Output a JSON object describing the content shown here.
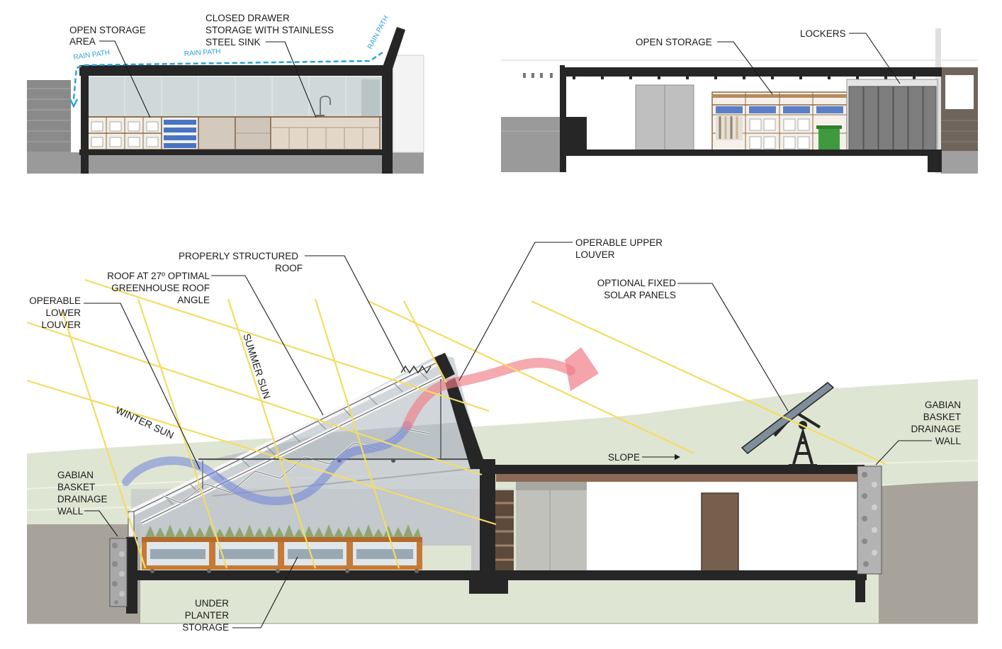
{
  "top_left_section": {
    "label_open_storage_line1": "OPEN STORAGE",
    "label_open_storage_line2": "AREA",
    "label_closed_drawer_line1": "CLOSED DRAWER",
    "label_closed_drawer_line2": "STORAGE WITH STAINLESS",
    "label_closed_drawer_line3": "STEEL SINK",
    "rain_path_label_1": "RAIN PATH",
    "rain_path_label_2": "RAIN PATH",
    "rain_path_label_3": "RAIN PATH"
  },
  "top_right_section": {
    "label_open_storage": "OPEN STORAGE",
    "label_lockers": "LOCKERS"
  },
  "main_section": {
    "label_properly_structured_line1": "PROPERLY STRUCTURED",
    "label_properly_structured_line2": "ROOF",
    "label_roof_angle_line1": "ROOF AT 27º OPTIMAL",
    "label_roof_angle_line2": "GREENHOUSE ROOF",
    "label_roof_angle_line3": "ANGLE",
    "label_lower_louver_line1": "OPERABLE",
    "label_lower_louver_line2": "LOWER",
    "label_lower_louver_line3": "LOUVER",
    "label_upper_louver_line1": "OPERABLE UPPER",
    "label_upper_louver_line2": "LOUVER",
    "label_solar_line1": "OPTIONAL FIXED",
    "label_solar_line2": "SOLAR PANELS",
    "label_summer_sun": "SUMMER SUN",
    "label_winter_sun": "WINTER SUN",
    "label_slope": "SLOPE",
    "label_gabian_left_line1": "GABIAN",
    "label_gabian_left_line2": "BASKET",
    "label_gabian_left_line3": "DRAINAGE",
    "label_gabian_left_line4": "WALL",
    "label_gabian_right_line1": "GABIAN",
    "label_gabian_right_line2": "BASKET",
    "label_gabian_right_line3": "DRAINAGE",
    "label_gabian_right_line4": "WALL",
    "label_under_planter_line1": "UNDER",
    "label_under_planter_line2": "PLANTER",
    "label_under_planter_line3": "STORAGE"
  },
  "colors": {
    "structure": "#262626",
    "sun_ray": "#f4dc63",
    "warm_air": "#f07d86",
    "cool_air": "#6f84d8",
    "rain_path": "#2aa3d6",
    "ground": "#a8a39a",
    "hill": "#dfe5d3",
    "planter_wood": "#c67a35"
  }
}
